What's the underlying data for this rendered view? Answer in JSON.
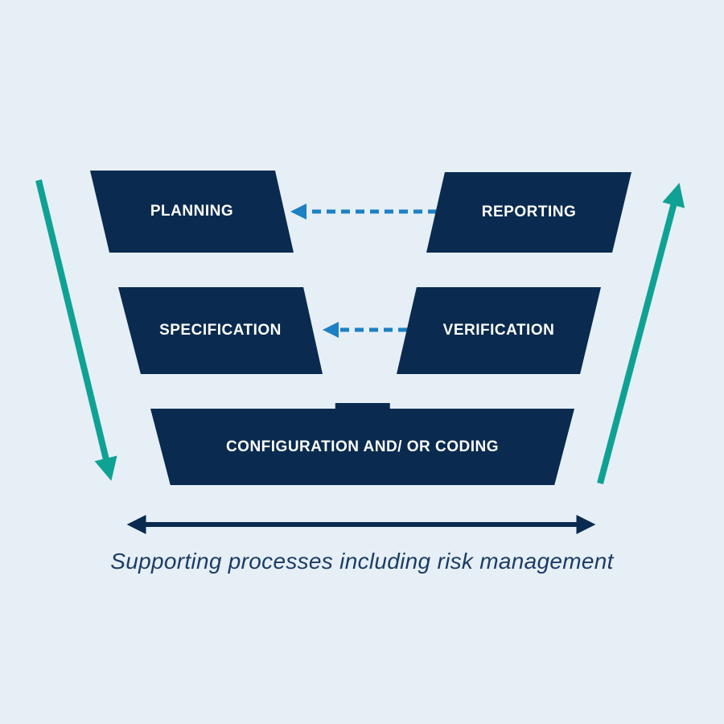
{
  "diagram": {
    "boxes": {
      "planning": {
        "label": "PLANNING"
      },
      "reporting": {
        "label": "REPORTING"
      },
      "specification": {
        "label": "SPECIFICATION"
      },
      "verification": {
        "label": "VERIFICATION"
      },
      "configuration": {
        "label": "CONFIGURATION AND/ OR CODING"
      }
    },
    "caption": {
      "text": "Supporting processes including risk management"
    },
    "arrows": {
      "left_descending": {
        "icon": "down-arrow-icon",
        "color": "#0fa294"
      },
      "right_ascending": {
        "icon": "up-arrow-icon",
        "color": "#0fa294"
      },
      "reporting_to_planning": {
        "icon": "dashed-left-arrow-icon",
        "color": "#1d80c3"
      },
      "verification_to_specification": {
        "icon": "dashed-left-arrow-icon",
        "color": "#1d80c3"
      },
      "supporting_processes": {
        "icon": "double-headed-arrow-icon",
        "color": "#0a2b4f"
      }
    },
    "colors": {
      "background": "#e6eff6",
      "box_fill": "#0a2b4f",
      "box_text": "#ffffff",
      "teal_arrows": "#0fa294",
      "dashed_arrows": "#1d80c3",
      "horizontal_arrow": "#0a2b4f",
      "caption_text": "#1c3c66"
    }
  }
}
